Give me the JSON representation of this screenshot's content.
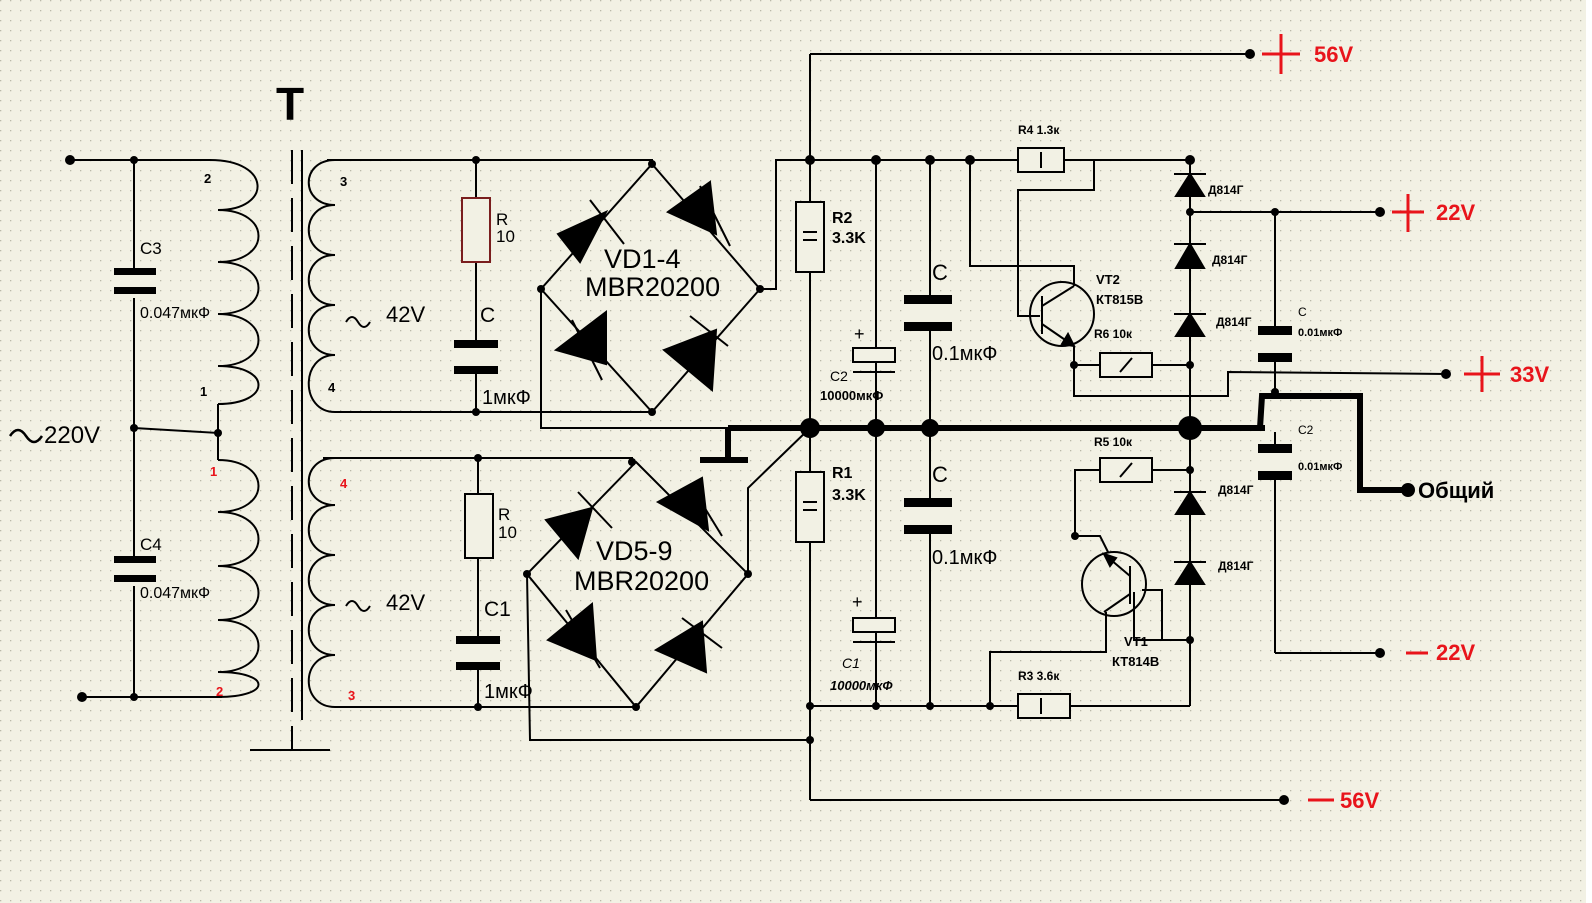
{
  "transformer": {
    "label": "T"
  },
  "mains": {
    "label": "220V"
  },
  "primary_pins": {
    "top_upper": "2",
    "tap_upper": "1",
    "tap_lower": "1",
    "bottom_lower": "2"
  },
  "secondary_pins": {
    "top_upper": "3",
    "bottom_upper": "4",
    "top_lower": "4",
    "bottom_lower": "3"
  },
  "windings": {
    "upper_voltage": "42V",
    "lower_voltage": "42V"
  },
  "capacitors": {
    "c3_name": "C3",
    "c3_value": "0.047мкФ",
    "c4_name": "C4",
    "c4_value": "0.047мкФ",
    "snub_top_name": "C",
    "snub_top_value": "1мкФ",
    "snub_bot_name": "C1",
    "snub_bot_value": "1мкФ",
    "c2_name": "C2",
    "c2_value": "10000мкФ",
    "c1_name": "C1",
    "c1_value": "10000мкФ",
    "film_top_name": "C",
    "film_top_value": "0.1мкФ",
    "film_bot_name": "C",
    "film_bot_value": "0.1мкФ",
    "small_top_name": "C",
    "small_top_value": "0.01мкФ",
    "small_bot_name": "C2",
    "small_bot_value": "0.01мкФ",
    "plus_sign": "+"
  },
  "resistors": {
    "snub_top_name": "R",
    "snub_top_value": "10",
    "snub_bot_name": "R",
    "snub_bot_value": "10",
    "r2_name": "R2",
    "r2_value": "3.3K",
    "r1_name": "R1",
    "r1_value": "3.3K",
    "r4_label": "R4   1.3к",
    "r6_label": "R6    10к",
    "r5_label": "R5    10к",
    "r3_label": "R3    3.6к"
  },
  "bridges": {
    "top_name": "VD1-4",
    "top_part": "MBR20200",
    "bot_name": "VD5-9",
    "bot_part": "MBR20200"
  },
  "zeners": {
    "z1": "Д814Г",
    "z2": "Д814Г",
    "z3": "Д814Г",
    "z4": "Д814Г",
    "z5": "Д814Г"
  },
  "transistors": {
    "vt2_name": "VT2",
    "vt2_part": "КТ815В",
    "vt1_name": "VT1",
    "vt1_part": "КТ814В"
  },
  "outputs": {
    "pos56": "56V",
    "pos22": "22V",
    "pos33": "33V",
    "common": "Общий",
    "neg22": "22V",
    "neg56": "56V"
  },
  "colors": {
    "wire": "#000000",
    "accent": "#e8141b",
    "resistor_r": "#7a1e1e",
    "grid": "#b9b9a9",
    "background": "#f2f1e4"
  }
}
